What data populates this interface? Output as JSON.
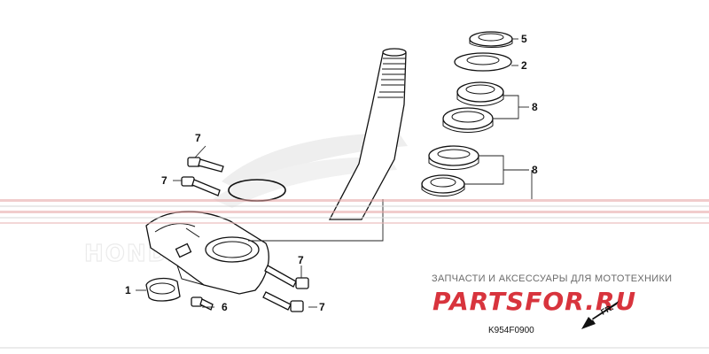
{
  "callouts": {
    "c5": "5",
    "c2": "2",
    "c8a": "8",
    "c8b": "8",
    "c7a": "7",
    "c7b": "7",
    "c7c": "7",
    "c7d": "7",
    "c1": "1",
    "c6": "6"
  },
  "watermark": {
    "banner_text": "ЗАПЧАСТИ И АКСЕССУАРЫ ДЛЯ МОТОТЕХНИКИ",
    "brand_text": "PARTSFOR.RU",
    "logo_text": "HONDA"
  },
  "diagram_code": "K954F0900",
  "direction_label": "FR.",
  "colors": {
    "brand_red": "#d8343d",
    "line": "#111111",
    "stripe": "#e07a7a"
  }
}
